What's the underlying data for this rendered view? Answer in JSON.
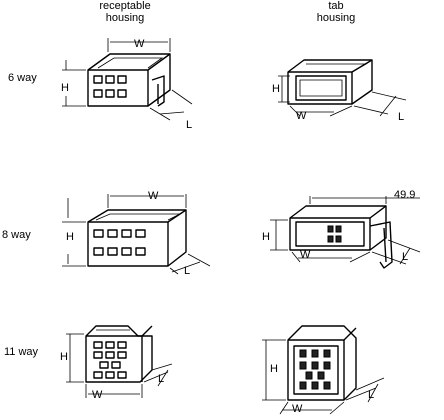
{
  "columns": {
    "receptable": "receptable\nhousing",
    "tab": "tab\nhousing"
  },
  "rows": [
    {
      "label": "6 way"
    },
    {
      "label": "8 way"
    },
    {
      "label": "11 way"
    }
  ],
  "dims": {
    "W": "W",
    "H": "H",
    "L": "L",
    "extra": "49.9"
  }
}
